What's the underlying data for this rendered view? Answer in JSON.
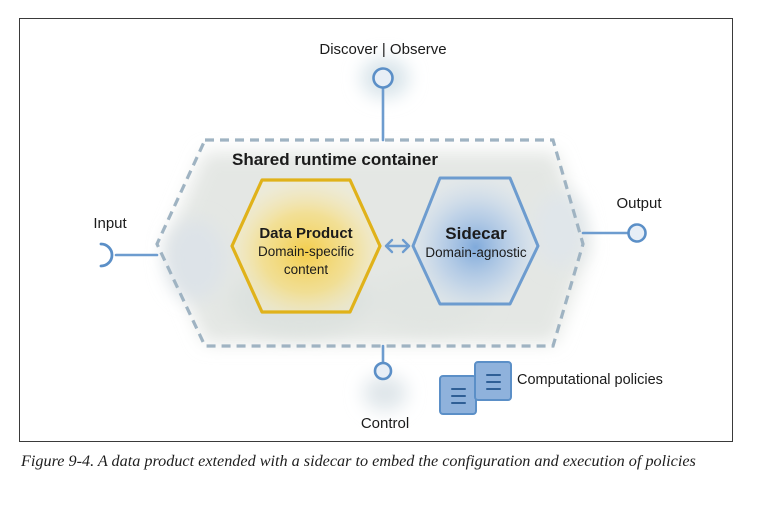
{
  "diagram": {
    "labels": {
      "discover_observe": "Discover | Observe",
      "container": "Shared runtime container",
      "input": "Input",
      "output": "Output",
      "control": "Control",
      "data_product_title": "Data Product",
      "data_product_sub1": "Domain-specific",
      "data_product_sub2": "content",
      "sidecar_title": "Sidecar",
      "sidecar_sub": "Domain-agnostic",
      "policies": "Computational policies"
    },
    "colors": {
      "line_blue": "#6d9ccf",
      "port_blue": "#5b8fc7",
      "container_dash": "#9bb0bf",
      "data_product_stroke": "#e0b21a",
      "data_product_fill": "#f6d358",
      "sidecar_fill": "#7fa9dc",
      "wash": "#e6e9e6"
    }
  },
  "caption": {
    "text": "Figure 9-4. A data product extended with a sidecar to embed the configuration and execution of policies"
  }
}
